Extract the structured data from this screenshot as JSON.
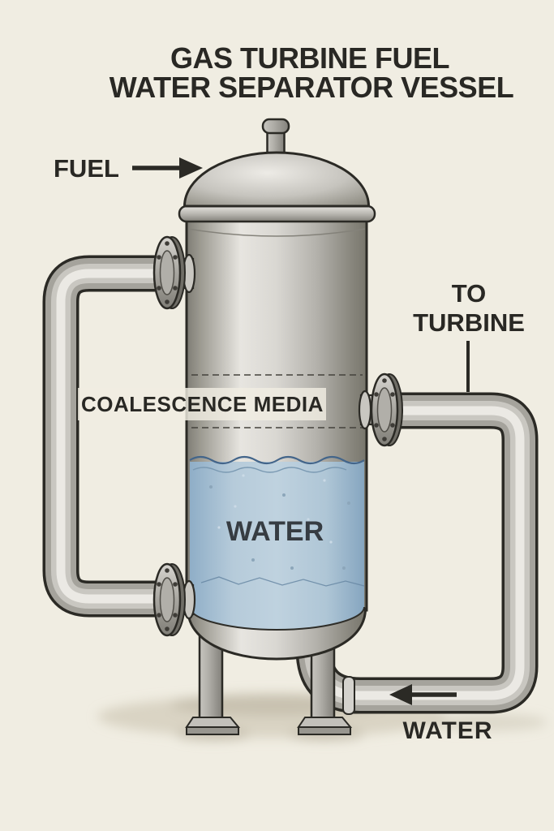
{
  "title": {
    "line1": "GAS TURBINE FUEL",
    "line2": "WATER SEPARATOR VESSEL"
  },
  "labels": {
    "fuel_inlet": "FUEL",
    "coalescence_media": "COALESCENCE MEDIA",
    "water_in_vessel": "WATER",
    "to_turbine_line1": "TO",
    "to_turbine_line2": "TURBINE",
    "water_outlet": "WATER"
  },
  "colors": {
    "background": "#F0EDE2",
    "outline": "#2B2A25",
    "label_text": "#292824",
    "water_fill_center": "#BFD2DF",
    "water_fill_edge": "#8FAEC7",
    "water_line": "#43658A",
    "metal_highlight": "#EBE9E4",
    "metal_mid": "#A5A39C",
    "metal_shadow": "#78766C",
    "ground_shadow": "#C6BFAC"
  }
}
